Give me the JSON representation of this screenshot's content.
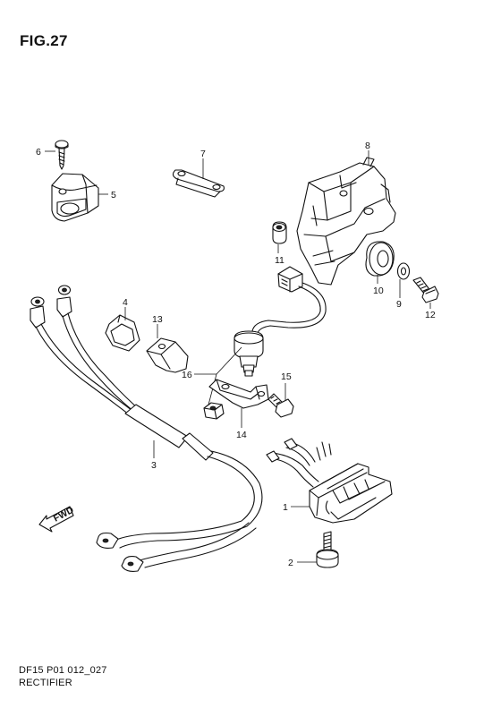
{
  "figure": {
    "title": "FIG.27",
    "code": "DF15 P01 012_027",
    "name": "RECTIFIER"
  },
  "callouts": [
    "1",
    "2",
    "3",
    "4",
    "5",
    "6",
    "7",
    "8",
    "9",
    "10",
    "11",
    "12",
    "13",
    "14",
    "15",
    "16"
  ],
  "direction_marker": {
    "label": "FWD",
    "icon": "forward-arrow-icon"
  }
}
